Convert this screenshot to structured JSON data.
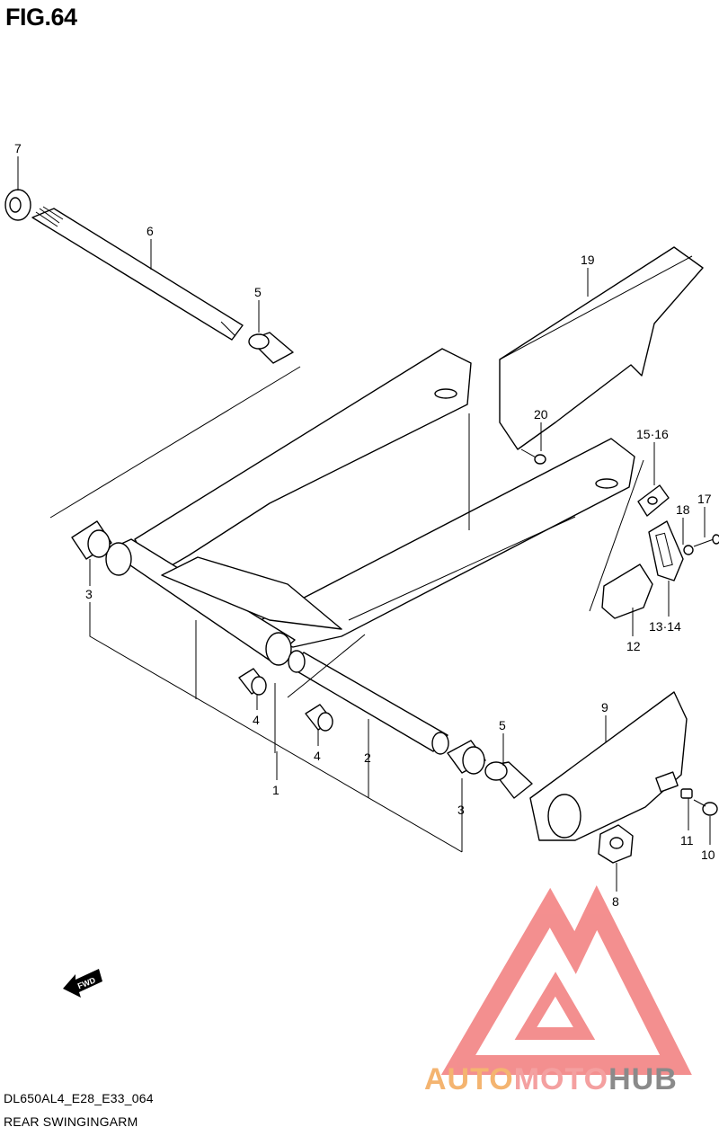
{
  "figure": {
    "title": "FIG.64",
    "code": "DL650AL4_E28_E33_064",
    "caption": "REAR SWINGINGARM",
    "fwd_label": "FWD"
  },
  "callouts": [
    "7",
    "6",
    "5",
    "19",
    "20",
    "15·16",
    "17",
    "18",
    "3",
    "13·14",
    "12",
    "4",
    "4",
    "2",
    "1",
    "5",
    "9",
    "3",
    "11",
    "10",
    "8"
  ],
  "watermark": {
    "part1": "AUTO",
    "part2": "MOTO",
    "part3": "HUB",
    "colors": {
      "auto": "#f4b470",
      "moto": "#f4a0a0",
      "hub": "#8a8a8a",
      "mark": "#f06a6a"
    }
  }
}
